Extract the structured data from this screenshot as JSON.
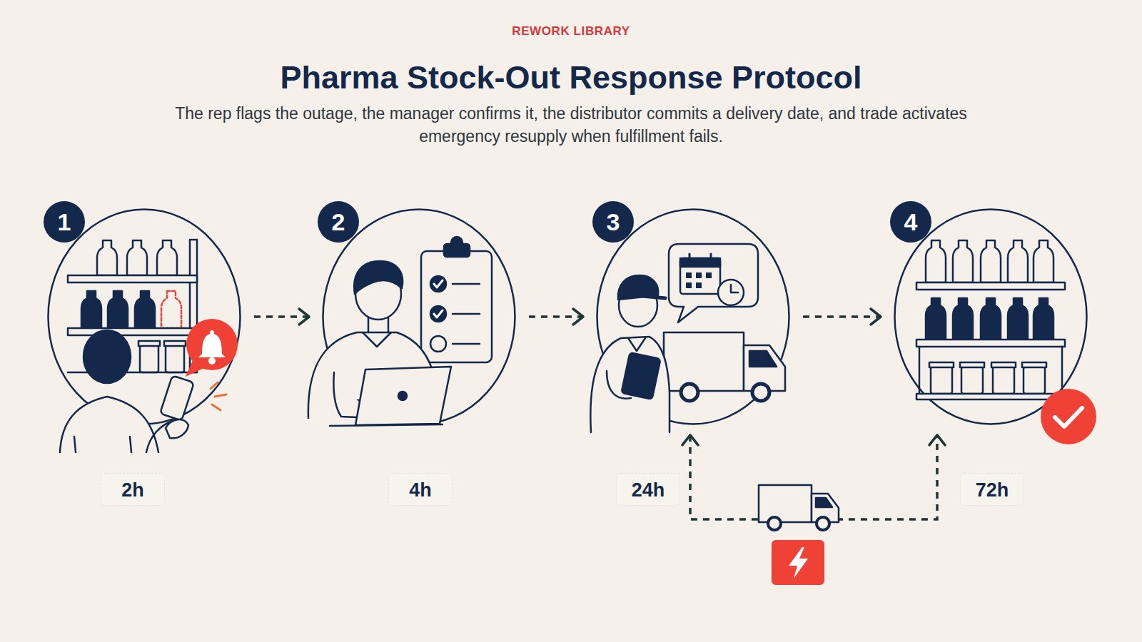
{
  "diagram": {
    "title": "Pharma Stock-Out Response Protocol",
    "caption": "The rep flags the outage, the manager confirms it, the distributor commits a delivery date, and trade activates emergency resupply when fulfillment fails.",
    "nodes": [
      {
        "text": [
          "1",
          "2h"
        ]
      },
      {
        "text": [
          "2",
          "4h"
        ]
      },
      {
        "text": [
          "3",
          "24h"
        ]
      },
      {
        "text": [
          "4",
          "72h"
        ]
      }
    ],
    "edges": [
      {
        "from": 0,
        "to": 1,
        "arrow": "to"
      },
      {
        "from": 1,
        "to": 2,
        "arrow": "to"
      },
      {
        "from": 2,
        "to": 3,
        "arrow": "to"
      },
      {
        "from": 2,
        "to": 3,
        "arrow": "both"
      }
    ],
    "labels": [
      "REWORK LIBRARY"
    ]
  }
}
